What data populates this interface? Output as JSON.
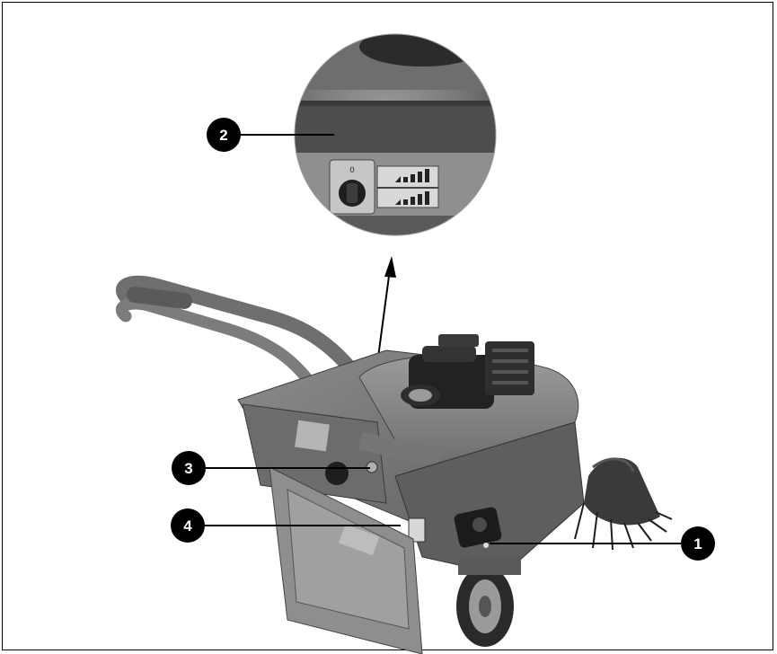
{
  "callouts": [
    {
      "id": "1",
      "label": "1"
    },
    {
      "id": "2",
      "label": "2"
    },
    {
      "id": "3",
      "label": "3"
    },
    {
      "id": "4",
      "label": "4"
    }
  ],
  "switch_label": "0"
}
